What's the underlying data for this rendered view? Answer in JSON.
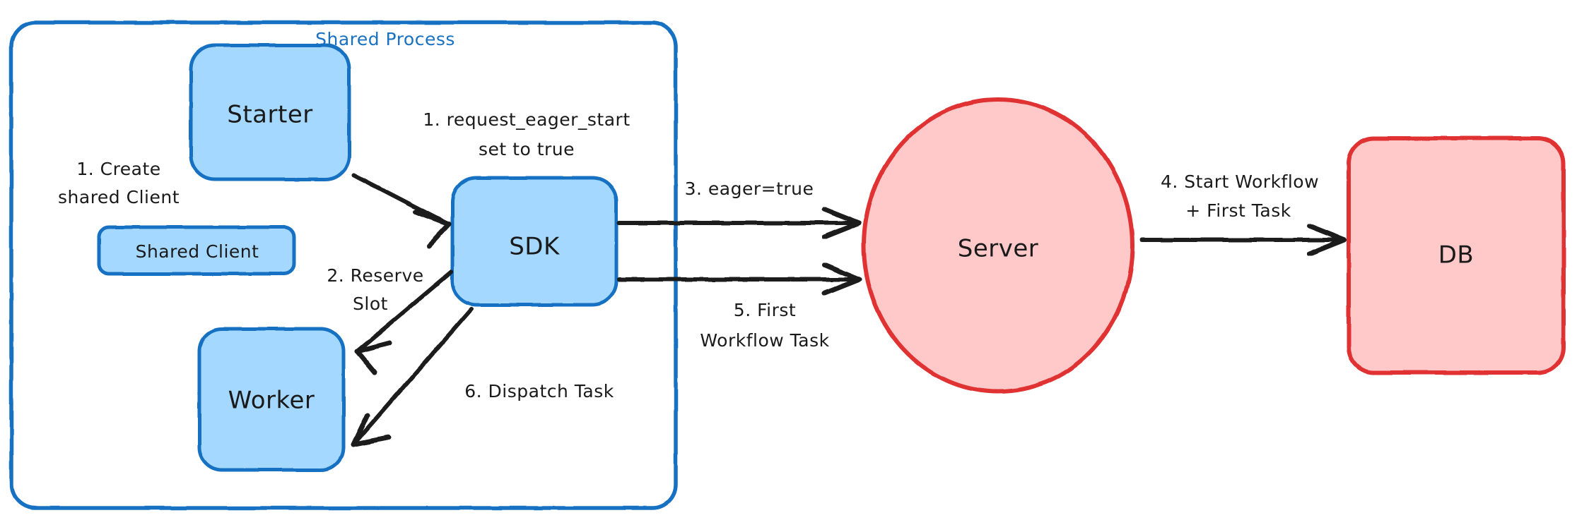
{
  "diagram": {
    "title": "Eager Workflow Start",
    "type": "flow-diagram",
    "background": "#ffffff"
  },
  "colors": {
    "blue_stroke": "#1971c2",
    "blue_fill": "#a5d8ff",
    "red_stroke": "#e03131",
    "red_fill": "#ffc9c9",
    "arrow": "#1a1a1a",
    "text": "#1a1a1a",
    "group_label": "#1971c2"
  },
  "group": {
    "name": "shared-process",
    "label": "Shared Process",
    "stroke": "#1971c2"
  },
  "nodes": [
    {
      "id": "starter",
      "label": "Starter",
      "shape": "rounded-rect",
      "fill": "#a5d8ff",
      "stroke": "#1971c2"
    },
    {
      "id": "shared-client",
      "label": "Shared Client",
      "shape": "rounded-rect",
      "fill": "#a5d8ff",
      "stroke": "#1971c2"
    },
    {
      "id": "worker",
      "label": "Worker",
      "shape": "rounded-rect",
      "fill": "#a5d8ff",
      "stroke": "#1971c2"
    },
    {
      "id": "sdk",
      "label": "SDK",
      "shape": "rounded-rect",
      "fill": "#a5d8ff",
      "stroke": "#1971c2"
    },
    {
      "id": "server",
      "label": "Server",
      "shape": "ellipse",
      "fill": "#ffc9c9",
      "stroke": "#e03131"
    },
    {
      "id": "db",
      "label": "DB",
      "shape": "rounded-rect",
      "fill": "#ffc9c9",
      "stroke": "#e03131"
    }
  ],
  "edges": [
    {
      "id": "e1",
      "from": "starter",
      "to": "shared-client",
      "label": "1. Create\nshared Client",
      "arrow": false
    },
    {
      "id": "e2",
      "from": "shared-client",
      "to": "worker",
      "label": "",
      "arrow": false
    },
    {
      "id": "e3",
      "from": "starter",
      "to": "sdk",
      "label": "1. request_eager_start\nset to true",
      "arrow": true
    },
    {
      "id": "e4",
      "from": "sdk",
      "to": "worker",
      "label": "2. Reserve\nSlot",
      "arrow": true
    },
    {
      "id": "e5",
      "from": "sdk",
      "to": "server",
      "label": "3. eager=true",
      "arrow": true
    },
    {
      "id": "e6",
      "from": "server",
      "to": "db",
      "label": "4. Start Workflow\n+ First Task",
      "arrow": true
    },
    {
      "id": "e7",
      "from": "sdk",
      "to": "server",
      "label": "5. First\nWorkflow Task",
      "arrow": true
    },
    {
      "id": "e8",
      "from": "sdk",
      "to": "worker",
      "label": "6. Dispatch Task",
      "arrow": true
    }
  ],
  "labels": {
    "group_shared_process": "Shared Process",
    "node_starter": "Starter",
    "node_shared_client": "Shared Client",
    "node_worker": "Worker",
    "node_sdk": "SDK",
    "node_server": "Server",
    "node_db": "DB",
    "edge_create_shared_client_line1": "1. Create",
    "edge_create_shared_client_line2": "shared Client",
    "edge_request_eager_start_line1": "1. request_eager_start",
    "edge_request_eager_start_line2": "set to true",
    "edge_reserve_slot_line1": "2. Reserve",
    "edge_reserve_slot_line2": "Slot",
    "edge_eager_true": "3. eager=true",
    "edge_start_workflow_line1": "4. Start Workflow",
    "edge_start_workflow_line2": "+ First Task",
    "edge_first_workflow_task_line1": "5. First",
    "edge_first_workflow_task_line2": "Workflow Task",
    "edge_dispatch_task": "6. Dispatch Task"
  }
}
